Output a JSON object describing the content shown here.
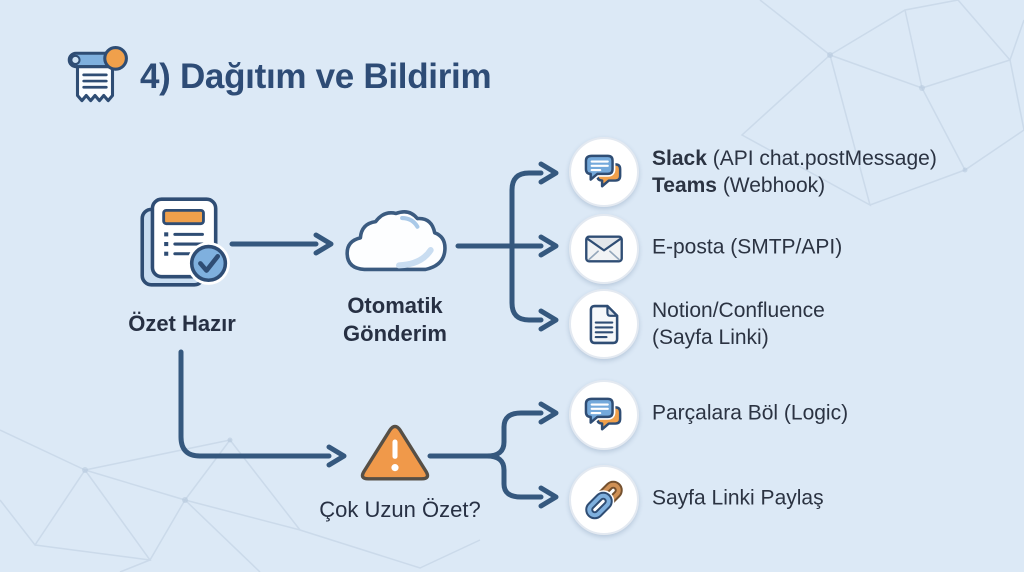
{
  "title": {
    "text": "4) Dağıtım ve Bildirim"
  },
  "flow": {
    "source_label": "Özet Hazır",
    "hub_label_line1": "Otomatik",
    "hub_label_line2": "Gönderim",
    "decision_label": "Çok Uzun Özet?"
  },
  "rows": [
    {
      "name": "slack-teams",
      "icon": "chat-bubbles-icon",
      "line1_bold": "Slack",
      "line1_rest": " (API chat.postMessage)",
      "line2_bold": "Teams",
      "line2_rest": " (Webhook)"
    },
    {
      "name": "email",
      "icon": "envelope-icon",
      "line1": "E-posta (SMTP/API)"
    },
    {
      "name": "notion-confluence",
      "icon": "document-icon",
      "line1": "Notion/Confluence",
      "line2": "(Sayfa Linki)"
    },
    {
      "name": "split-into-parts",
      "icon": "chat-bubbles-icon",
      "line1": "Parçalara Böl (Logic)"
    },
    {
      "name": "share-page-link",
      "icon": "chain-link-icon",
      "line1": "Sayfa Linki Paylaş"
    }
  ],
  "colors": {
    "background": "#dce9f6",
    "connector": "#35587e",
    "outline_navy": "#2f4d74",
    "accent_orange": "#f0a04b",
    "accent_blue": "#7fb0de",
    "title_text": "#2e4c76",
    "label_text": "#273043"
  }
}
